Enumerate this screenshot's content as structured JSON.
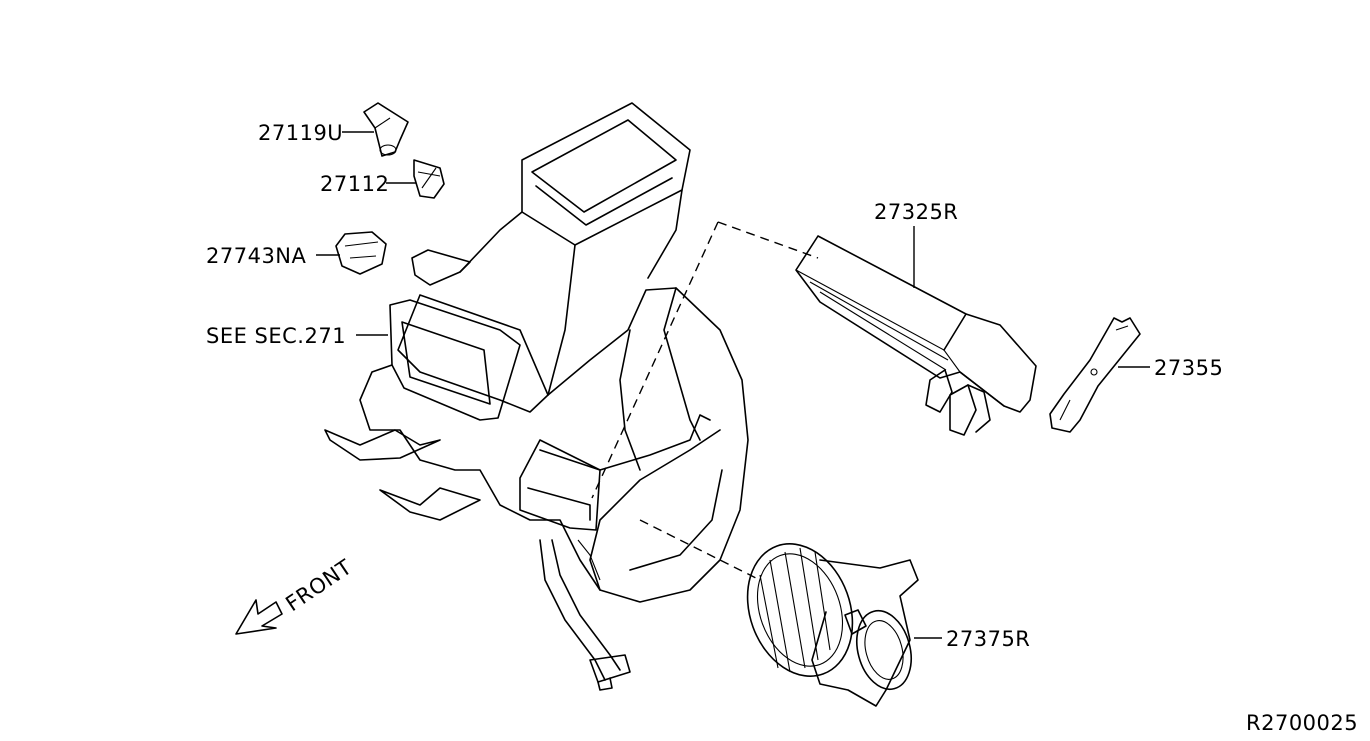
{
  "diagram": {
    "drawing_code": "R2700025",
    "front_label": "FRONT",
    "parts": [
      {
        "id": "p-27119U",
        "label": "27119U"
      },
      {
        "id": "p-27112",
        "label": "27112"
      },
      {
        "id": "p-27743NA",
        "label": "27743NA"
      },
      {
        "id": "p-see-sec",
        "label": "SEE SEC.271"
      },
      {
        "id": "p-27325R",
        "label": "27325R"
      },
      {
        "id": "p-27355",
        "label": "27355"
      },
      {
        "id": "p-27375R",
        "label": "27375R"
      }
    ]
  }
}
